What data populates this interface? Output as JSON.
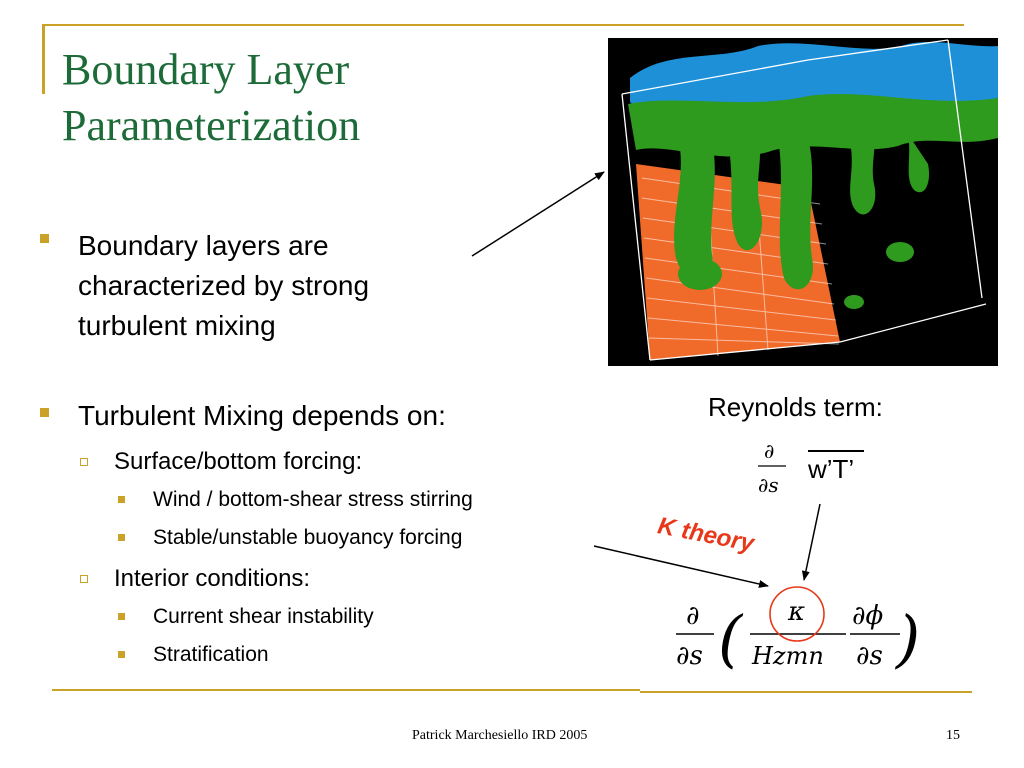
{
  "slide": {
    "title_lines": [
      "Boundary Layer",
      "Parameterization"
    ],
    "bullets": [
      {
        "level": 1,
        "lines": [
          "Boundary layers are",
          "characterized by strong",
          "turbulent mixing"
        ]
      },
      {
        "level": 1,
        "lines": [
          "Turbulent Mixing depends on:"
        ],
        "children": [
          {
            "level": 2,
            "text": "Surface/bottom forcing:",
            "children": [
              {
                "level": 3,
                "text": "Wind / bottom-shear stress stirring"
              },
              {
                "level": 3,
                "text": "Stable/unstable buoyancy forcing"
              }
            ]
          },
          {
            "level": 2,
            "text": "Interior conditions:",
            "children": [
              {
                "level": 3,
                "text": "Current shear instability"
              },
              {
                "level": 3,
                "text": "Stratification"
              }
            ]
          }
        ]
      }
    ],
    "reynolds_label": "Reynolds term:",
    "reynolds_flux": "w’T’",
    "k_theory_label": "K theory",
    "footer": {
      "author": "Patrick Marchesiello IRD 2005",
      "page_number": "15"
    }
  },
  "colors": {
    "title": "#1e6b3a",
    "accent_gold": "#c9a227",
    "k_theory": "#e8381a",
    "figure_background": "#000000",
    "figure_green": "#2e9a1e",
    "figure_blue": "#1e90d8",
    "figure_orange": "#f06a2a"
  }
}
